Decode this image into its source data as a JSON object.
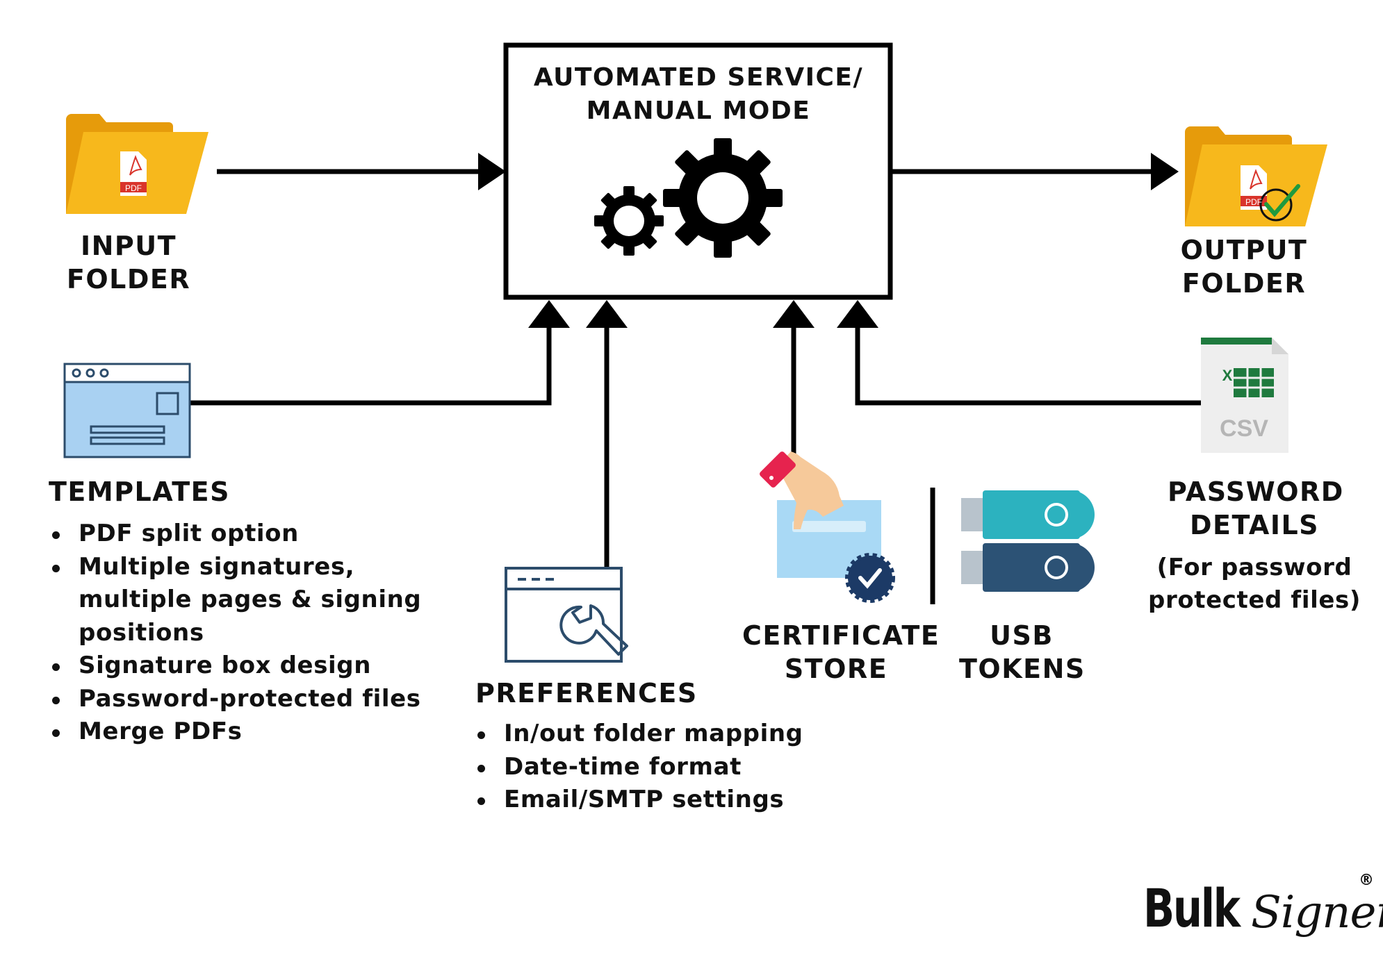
{
  "center_box": {
    "title_line1": "AUTOMATED SERVICE/",
    "title_line2": "MANUAL MODE"
  },
  "input_folder": {
    "line1": "INPUT",
    "line2": "FOLDER",
    "file_badge": "PDF"
  },
  "output_folder": {
    "line1": "OUTPUT",
    "line2": "FOLDER",
    "file_badge": "PDF"
  },
  "templates": {
    "title": "TEMPLATES",
    "items": [
      "PDF split option",
      "Multiple signatures,",
      "multiple pages & signing",
      "positions",
      "Signature box design",
      "Password-protected files",
      "Merge PDFs"
    ]
  },
  "preferences": {
    "title": "PREFERENCES",
    "items": [
      "In/out folder mapping",
      "Date-time format",
      "Email/SMTP settings"
    ]
  },
  "certificate_store": {
    "line1": "CERTIFICATE",
    "line2": "STORE"
  },
  "usb_tokens": {
    "line1": "USB",
    "line2": "TOKENS"
  },
  "password_details": {
    "line1": "PASSWORD",
    "line2": "DETAILS",
    "note_line1": "(For password",
    "note_line2": "protected files)",
    "file_badge": "CSV",
    "file_mark": "X"
  },
  "logo": {
    "word1": "Bulk",
    "word2": "Signer",
    "mark": "®"
  },
  "colors": {
    "folder": "#f7b81c",
    "folder_dark": "#e69b0b",
    "pdf_red": "#d9342b",
    "window_blue": "#a9d1f2",
    "window_navy": "#2c4c6b",
    "usb_teal": "#2cb2bf",
    "usb_navy": "#2c5275",
    "excel_green": "#1f7a3e",
    "seal_navy": "#1c3a66",
    "line": "#000000"
  }
}
